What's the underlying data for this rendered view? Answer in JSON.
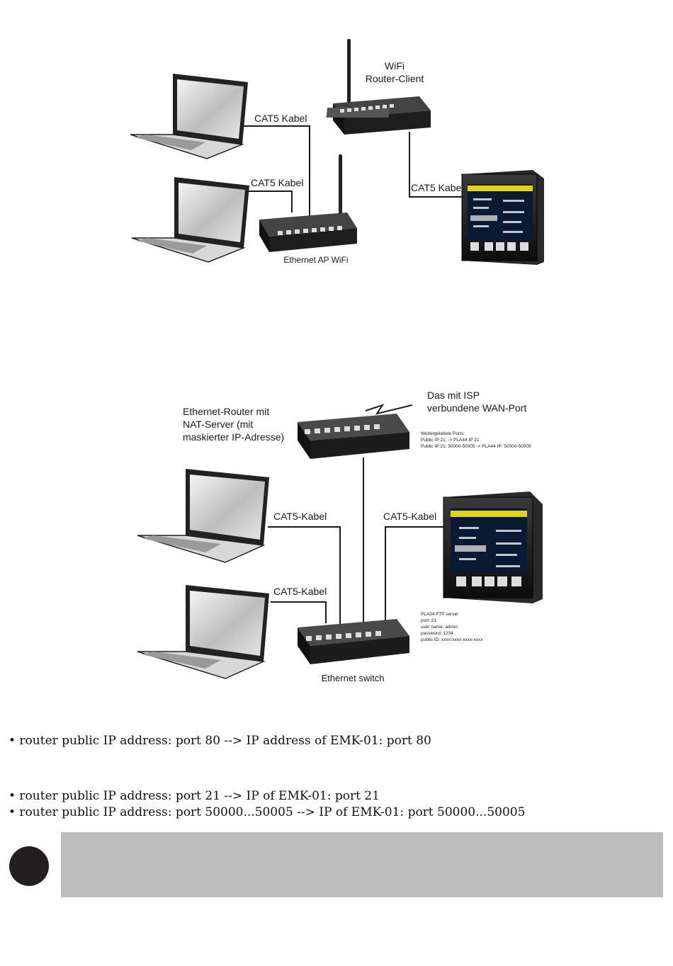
{
  "diagram1": {
    "wifi_router_label": [
      "WiFi",
      "Router-Client"
    ],
    "cable_label_1": "CAT5 Kabel",
    "cable_label_2": "CAT5 Kabel",
    "cable_label_3": "CAT5 Kabel",
    "ap_label": "Ethernet AP WiFi"
  },
  "diagram2": {
    "router_label": [
      "Ethernet-Router mit",
      "NAT-Server (mit",
      "maskierter IP-Adresse)"
    ],
    "isp_label": [
      "Das mit ISP",
      "verbundene WAN-Port"
    ],
    "forward_info": [
      "Weitergeleitete Ports:",
      "Public IP:21: -> PLA44 IP:21",
      "Public IP:21: 50000-50005 -> PLA44 IP: 50000-50005"
    ],
    "cable_label_left_top": "CAT5-Kabel",
    "cable_label_right": "CAT5-Kabel",
    "cable_label_left_bottom": "CAT5-Kabel",
    "ftp_info": [
      "PLA34 FTP server",
      "port: 21",
      "user name: admin",
      "password: 1234",
      "public ID: xxxx-xxxx-xxxx-xxxx"
    ],
    "switch_label": "Ethernet switch"
  },
  "bullets": [
    "• router public IP address: port 80 --> IP address of EMK-01: port 80",
    "• router public IP address: port 21 --> IP of EMK-01: port 21",
    "• router public IP address: port 50000...50005 --> IP of EMK-01: port 50000...50005"
  ]
}
